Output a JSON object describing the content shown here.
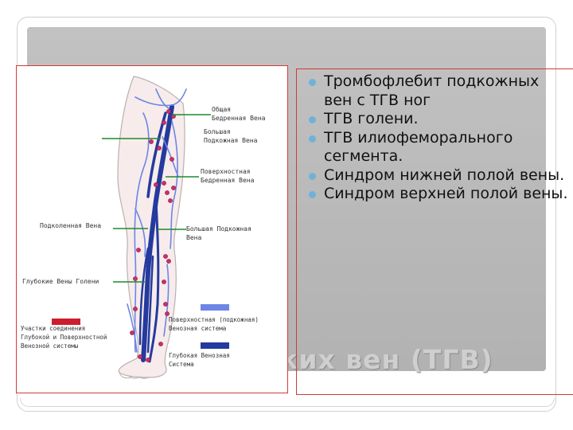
{
  "slide": {
    "title_visible_fragment": "ких вен (ТГВ)",
    "bullets": [
      "Тромбофлебит подкожных вен с ТГВ ног",
      "ТГВ голени.",
      "ТГВ илиофеморального сегмента.",
      "Синдром нижней полой вены.",
      "Синдром верхней полой вены."
    ]
  },
  "diagram": {
    "labels": {
      "common_femoral_1": "Общая",
      "common_femoral_2": "Бедренная Вена",
      "great_saphenous_top_1": "Большая",
      "great_saphenous_top_2": "Подкожная Вена",
      "superficial_femoral_1": "Поверхностная",
      "superficial_femoral_2": "Бедренная Вена",
      "popliteal": "Подколенная Вена",
      "great_saphenous_mid_1": "Большая Подкожная",
      "great_saphenous_mid_2": "Вена",
      "deep_calf": "Глубокие Вены Голени"
    },
    "legend": {
      "perforator_1": "Участки соединения",
      "perforator_2": "Глубокой и Поверхностной",
      "perforator_3": "Венозной системы",
      "superficial_1": "Поверхностная (подкожная)",
      "superficial_2": "Венозная система",
      "deep_1": "Глубокая Венозная",
      "deep_2": "Система"
    },
    "colors": {
      "perforator": "#cc1e2e",
      "superficial": "#6d86e6",
      "deep": "#243a9e",
      "leader_line": "#1e8a2e"
    }
  }
}
